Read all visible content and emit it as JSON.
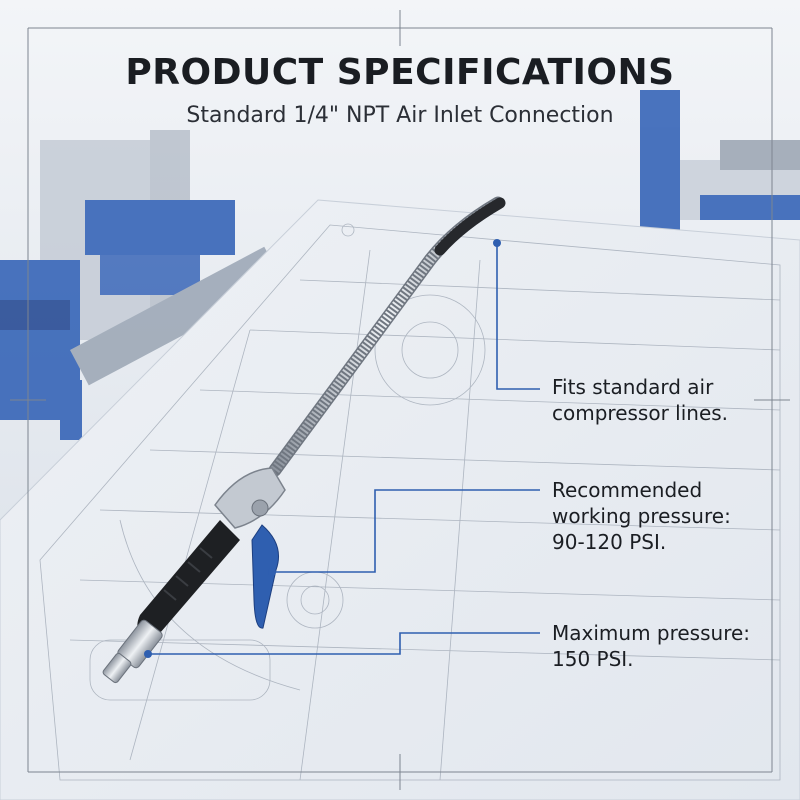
{
  "header": {
    "title": "PRODUCT SPECIFICATIONS",
    "subtitle": "Standard 1/4\" NPT Air Inlet Connection"
  },
  "callouts": [
    {
      "lines": [
        "Fits standard air",
        "compressor lines."
      ]
    },
    {
      "lines": [
        "Recommended",
        "working pressure:",
        "90-120 PSI."
      ]
    },
    {
      "lines": [
        "Maximum pressure:",
        "150 PSI."
      ]
    }
  ],
  "colors": {
    "accent_blue": "#2f5fb0",
    "machine_blue": "#2c5db4",
    "grip_black": "#1e2023",
    "steel": "#b7bdc6"
  }
}
